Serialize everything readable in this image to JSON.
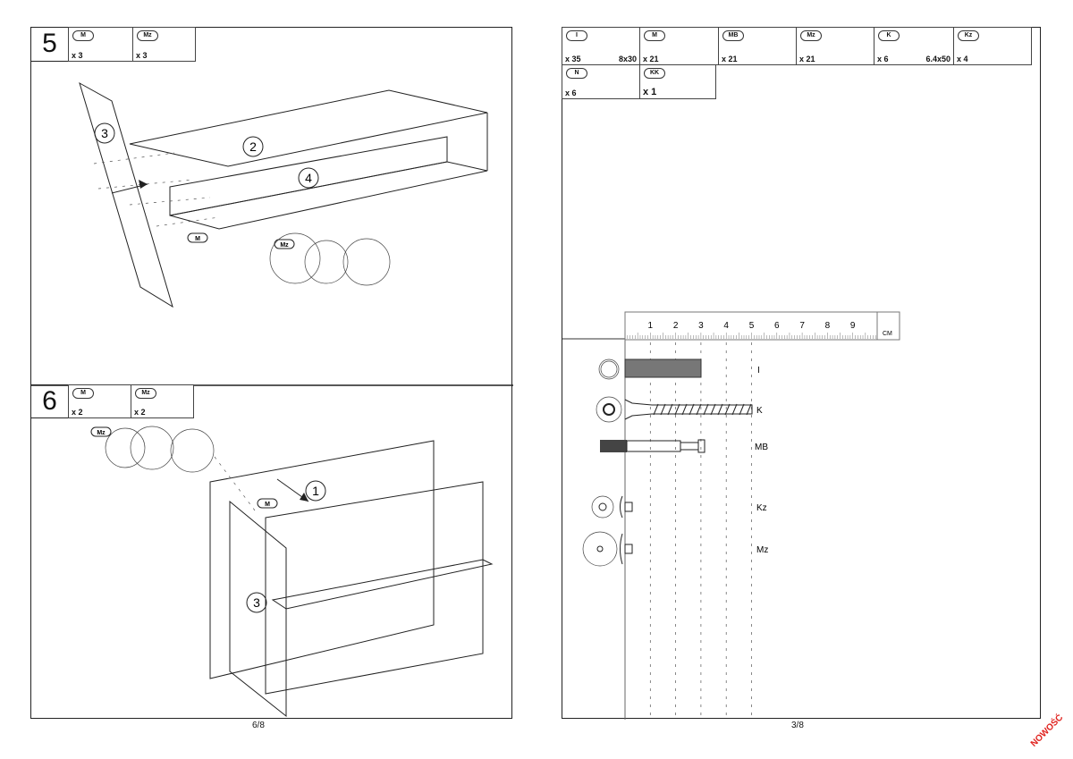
{
  "left_page": {
    "page_number": "6/8",
    "step5": {
      "number": "5",
      "parts": [
        {
          "code": "M",
          "qty": "x 3"
        },
        {
          "code": "Mz",
          "qty": "x 3"
        }
      ],
      "panel_labels": [
        "3",
        "2",
        "4"
      ],
      "callouts": [
        "M",
        "Mz"
      ]
    },
    "step6": {
      "number": "6",
      "parts": [
        {
          "code": "M",
          "qty": "x 2"
        },
        {
          "code": "Mz",
          "qty": "x 2"
        }
      ],
      "panel_labels": [
        "1",
        "3"
      ],
      "callouts": [
        "Mz",
        "M"
      ]
    }
  },
  "right_page": {
    "page_number": "3/8",
    "parts": [
      {
        "code": "I",
        "qty": "x 35",
        "size": "8x30"
      },
      {
        "code": "M",
        "qty": "x 21",
        "size": ""
      },
      {
        "code": "MB",
        "qty": "x 21",
        "size": ""
      },
      {
        "code": "Mz",
        "qty": "x 21",
        "size": ""
      },
      {
        "code": "K",
        "qty": "x 6",
        "size": "6.4x50"
      },
      {
        "code": "Kz",
        "qty": "x 4",
        "size": ""
      },
      {
        "code": "N",
        "qty": "x 6",
        "size": ""
      },
      {
        "code": "KK",
        "qty": "x 1",
        "size": ""
      }
    ],
    "ruler": {
      "ticks": [
        "1",
        "2",
        "3",
        "4",
        "5",
        "6",
        "7",
        "8",
        "9"
      ],
      "unit": "CM"
    },
    "hardware_labels": [
      "I",
      "K",
      "MB",
      "Kz",
      "Mz"
    ]
  },
  "badge": {
    "text": "NOWOŚĆ",
    "color": "#e0201c"
  }
}
